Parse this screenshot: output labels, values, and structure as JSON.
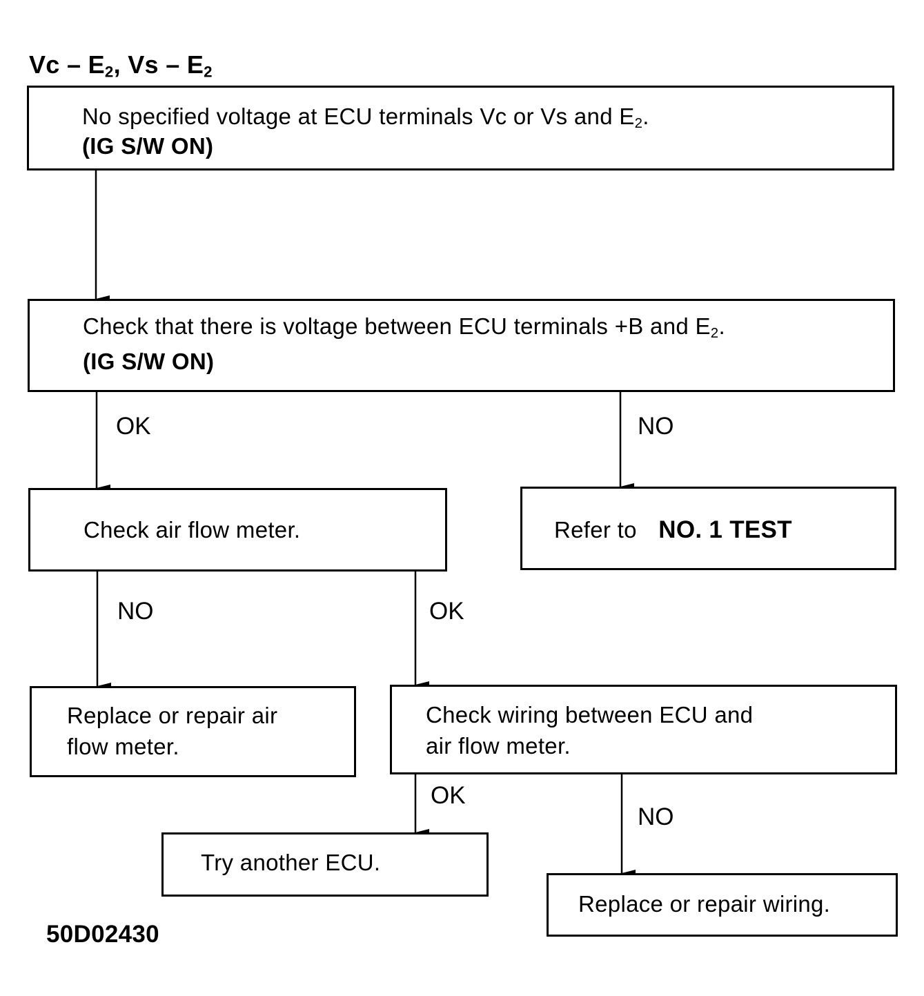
{
  "header": {
    "vc": "Vc",
    "vs": "Vs",
    "dash": "–",
    "e": "E",
    "sub2": "2",
    "comma": ","
  },
  "boxes": {
    "start": {
      "line1": "No specified voltage at ECU terminals Vc or Vs and E",
      "line1_sub": "2",
      "line1_end": ".",
      "line2": "(IG S/W ON)"
    },
    "check_voltage": {
      "line1": "Check that there is voltage between ECU terminals +B and E",
      "line1_sub": "2",
      "line1_end": ".",
      "line2": "(IG S/W ON)"
    },
    "check_afm": {
      "text": "Check air flow meter."
    },
    "refer": {
      "prefix": "Refer to",
      "test": "NO. 1 TEST"
    },
    "replace_afm": {
      "line1": "Replace or repair air",
      "line2": "flow meter."
    },
    "check_wiring": {
      "line1": "Check wiring between ECU and",
      "line2": "air flow meter."
    },
    "try_ecu": {
      "text": "Try another ECU."
    },
    "replace_wiring": {
      "text": "Replace or repair wiring."
    }
  },
  "labels": {
    "ok_1": "OK",
    "no_1": "NO",
    "no_2": "NO",
    "ok_2": "OK",
    "ok_3": "OK",
    "no_3": "NO"
  },
  "figure_id": "50D02430"
}
